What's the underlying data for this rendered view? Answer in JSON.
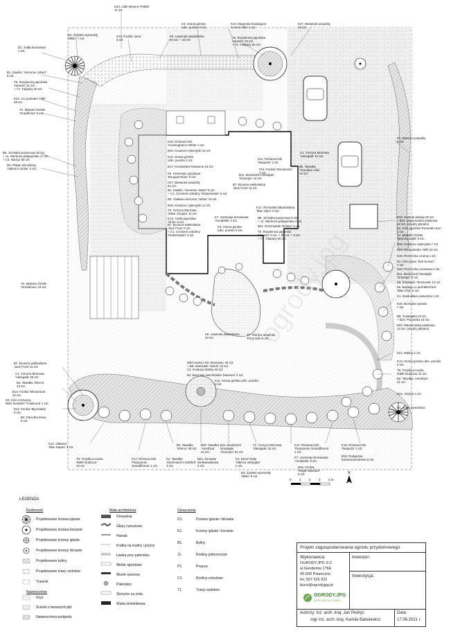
{
  "title_block": {
    "project": "Projekt zagospodarowania ogrodu przydomowego",
    "contractor_label": "Wykonawca:",
    "contractor_lines": [
      "OGRODY.JPG S.C",
      "ul.Geodetów 176E",
      "05-500 Piaseczno",
      "tel. 507 526 922",
      "biuro@ogrodyjpg.pl"
    ],
    "investor_label": "Inwestor:",
    "investment_label": "Inwestycja:",
    "authors_line1": "Autorzy: inż. arch. kraj. Jan Pedryc",
    "authors_line2": "mgr inż. arch. kraj. Kamila Babulewicz",
    "date_label": "Data:",
    "date": "17.06.2021 r.",
    "logo_text": "OGRODY.JPG",
    "logo_sub": "ZAPROJEKTUJ Z NAMI"
  },
  "scale_bar": {
    "labels": [
      "0",
      "1",
      "2",
      "3",
      "4 m"
    ],
    "north": "N"
  },
  "legend": {
    "title": "LEGENDA",
    "plants_head": "Roślinność",
    "plants": [
      "Projektowane drzewa iglaste",
      "Projektowane drzewa liściaste",
      "Projektowane krzewy iglaste",
      "Projektowane krzewy liściaste",
      "Projektowane byliny",
      "Projektowane trawy ozdobne",
      "Trawnik"
    ],
    "surfaces_head": "Nawierzchnie",
    "surfaces": [
      "Grys",
      "Ścieżki z łamanych płyt",
      "Nawierzchnia podjazdu"
    ],
    "arch_head": "Mała architektura",
    "arch": [
      "Drewutnia",
      "Głazy narzutowe",
      "Hamak",
      "Kratka na maliny i jeżyny",
      "Ławka przy palenisku",
      "Meble ogrodowe",
      "Murek oporowy",
      "Palenisko",
      "Skrzynie na zioła",
      "Wiata śmietnikowa"
    ],
    "codes_head": "Oznaczenia",
    "codes": [
      [
        "D1.",
        "Drzewa iglaste i liściaste"
      ],
      [
        "K1.",
        "Krzewy iglaste i liściaste"
      ],
      [
        "B1.",
        "Byliny"
      ],
      [
        "J1.",
        "Rośliny jednoroczne"
      ],
      [
        "P1.",
        "Pnącza"
      ],
      [
        "C1.",
        "Rośliny cebulowe"
      ],
      [
        "T1.",
        "Trawy ozdobne"
      ]
    ]
  },
  "labels": [
    {
      "id": "d1-left",
      "t": "D1. Jodła koreańska\n1 szt."
    },
    {
      "id": "k5",
      "t": "K5. Żylistek wysmukły\n'Nikko' 7 szt."
    },
    {
      "id": "k23",
      "t": "K23. Lilak Meyera 'Palibin'\n11 szt."
    },
    {
      "id": "k13-top",
      "t": "K13. Funkia 'Juna'\n8 szt."
    },
    {
      "id": "k9",
      "t": "K9. Lawenda wąskolistna\n84 szt. + 22 szt."
    },
    {
      "id": "k3",
      "t": "K3. Sosna górska\nodm. pumilio 5 szt."
    },
    {
      "id": "k10",
      "t": "K10. Magnolia Soulange'a\n'Lennei Alba' 1 szt."
    },
    {
      "id": "t6-top",
      "t": "T6. Rozplenica japońska\n'Hameln' 33 szt.\n+ T4. Tulipany 82 szt."
    },
    {
      "id": "k27-top",
      "t": "K27. Barwinek pospolity\n28 szt."
    },
    {
      "id": "b1-left",
      "t": "B1. Zawilec 'Honorine Jobert'\n5 szt."
    },
    {
      "id": "t6-left",
      "t": "T6. Rozplenica japońska\n'Hameln' 21 szt.\n+ T4. Tulipany 30 szt."
    },
    {
      "id": "k24-left",
      "t": "K24. Cis pośredni 'Hillii'\n45 szt."
    },
    {
      "id": "t3-top",
      "t": "T3. Miskant chiński\n'Gracillimus' 6 szt."
    },
    {
      "id": "k15",
      "t": "K15. Różanecznik\n'Cunningham's White' 2 szt."
    },
    {
      "id": "b16-a",
      "t": "B16. Kosaciec syberyjski 16 szt."
    },
    {
      "id": "k3-b",
      "t": "K13. Sosna górska\nodm. pumilio 2 szt."
    },
    {
      "id": "b17",
      "t": "B17. Kocimiętka Faassena 16 szt."
    },
    {
      "id": "k6",
      "t": "K6. Hortensja ogrodowa\n'Bouquet Rose' 3 szt."
    },
    {
      "id": "k27-mid",
      "t": "K27. Barwinek pospolity\n51 szt."
    },
    {
      "id": "b1-mid",
      "t": "B1. Zawilec 'Honorine Jobert' 5 szt.\n+ C1. Czosnek ozdobny 'Globemaster' 6 szt."
    },
    {
      "id": "b3",
      "t": "B3. Szałwia omszona 'Adrian' 15 szt."
    },
    {
      "id": "b16-b",
      "t": "B16. Kosaciec syberyjski 14 szt."
    },
    {
      "id": "t2",
      "t": "T2. Turzyca Morrowa\n'Silver Sceptre' 11 szt."
    },
    {
      "id": "k14",
      "t": "K14. Azalia japońska\n'Orion' 5 szt."
    },
    {
      "id": "b7-mid",
      "t": "B7. Brunera wielkolistna\n'Jack Frost' 8 szt.\n+ C1. Czosnek ozdobny\n'Globemaster' 3 szt."
    },
    {
      "id": "c1-right",
      "t": "C1. Turzyca Morrowa\n'Variegata' 10 szt."
    },
    {
      "id": "k11",
      "t": "K11. Różanecznik\n'Rasputin' 1 szt."
    },
    {
      "id": "b5",
      "t": "B5. Tawułka\n'Younique Lilac'\n14 szt."
    },
    {
      "id": "t14",
      "t": "T14. Funkia 'Minuteman'\n7 szt."
    },
    {
      "id": "b11-top",
      "t": "B11. Bodziszek himalajski\n'Gravetye' 16 szt."
    },
    {
      "id": "b7-top",
      "t": "B7. Brunera wielkolistna\n'Jack Frost' 11 szt."
    },
    {
      "id": "k7-mid",
      "t": "K7. Hortensja krzewiasta\n'Annabelle' 4 szt."
    },
    {
      "id": "k3-mid",
      "t": "K3. Sosna górska\nodm. pumilio 5 szt."
    },
    {
      "id": "k17-mid",
      "t": "K17. Perowskia łabodolistna\n'Blue Spire' 9 szt."
    },
    {
      "id": "b8",
      "t": "B8. Jeżówka purpurowa 6 szt.\n+ J1. Werbena patagońska 4 szt."
    },
    {
      "id": "b21",
      "t": "B21. Rozchodnik 'Brillant' 3 szt."
    },
    {
      "id": "t5",
      "t": "T5. Rozplenica japońska\n'Hameln' 2 szt. + 35 szt. + 2 szt.\n+ T4. Tulipany 50 szt."
    },
    {
      "id": "b6-left",
      "t": "B6. Jeżówka purpurowa 48 szt.\n+ J1. Werbena patagońska 17 szt.\n+ C3. Narcyz 65 szt."
    },
    {
      "id": "d5",
      "t": "D5. Platan klonolistny\n'Alphen's Globe' 3 szt."
    },
    {
      "id": "p1",
      "t": "P1. Bluszcz pospolity\n8 szt."
    },
    {
      "id": "b19",
      "t": "B19. Kamnik obsiały 20 szt.\n+ B22. Macierzanka piaskowa\n12 szt. (między płytami)"
    },
    {
      "id": "k2",
      "t": "K2. Klon japoński 'Emerald Lace'\n1 szt."
    },
    {
      "id": "t4",
      "t": "T4. Miskant chiński\n'Morning Light' 6 szt."
    },
    {
      "id": "b16-r",
      "t": "B16. Kosaciec syberyjski 7 szt."
    },
    {
      "id": "k24-r",
      "t": "K24. Cis pośredni 'Hillii' 22 szt."
    },
    {
      "id": "k19",
      "t": "K19. Porzeczka czarna 1 szt."
    },
    {
      "id": "d2",
      "t": "D2. Klon jawor 'Esk Sunset'\n1 szt."
    },
    {
      "id": "k20",
      "t": "K20. Porzeczka czerwona 2 szt."
    },
    {
      "id": "b11-r",
      "t": "B11. Bodziszek himalajski\n'Gravetye' 8 szt."
    },
    {
      "id": "k8",
      "t": "K8. Krwawnik 'Terracotta' 13 szt."
    },
    {
      "id": "k8b",
      "t": "K8. Budleja Lo and BEHOLD\n'Blue Chip' 5 szt."
    },
    {
      "id": "k1",
      "t": "K1. Świdośliwa Lamarcka 1 szt."
    },
    {
      "id": "k25",
      "t": "K25. Borówka wysoka\n7 szt."
    },
    {
      "id": "b9",
      "t": "B9. Truskawka 12 szt.\n+ B10. Poziomka 15 szt."
    },
    {
      "id": "b22",
      "t": "B22. Macierzanka piaskowa\n14 szt. (między płytami)"
    },
    {
      "id": "t3-left",
      "t": "T3. Miskant chiński\n'Gracillimus' 18 szt."
    },
    {
      "id": "k9-low",
      "t": "K9. Lawenda wąskolistna\n20 szt."
    },
    {
      "id": "t7",
      "t": "T7. Ostnica tenuifolia\n'Pony tails' 8 szt."
    },
    {
      "id": "k21",
      "t": "K21. Malina 2 szt."
    },
    {
      "id": "k13-r",
      "t": "K13. Sosna górska odm. pumilio\n2 szt."
    },
    {
      "id": "t5-r",
      "t": "T5. Trzęślica modra\n'Edith Dudszus' 11 szt."
    },
    {
      "id": "b2",
      "t": "B2. Tawułka 'Amethyst'\n21 szt."
    },
    {
      "id": "k22",
      "t": "K22. Jeżyna 2 szt."
    },
    {
      "id": "d1-r",
      "t": "D1. Jodła koreańska\n2 szt."
    },
    {
      "id": "b7-low",
      "t": "B7. Brunera wielkolistna\n'Jack Frost' 11 szt."
    },
    {
      "id": "c1-low",
      "t": "C1. Turzyca Morrowa\n'Variegata' 29 szt."
    },
    {
      "id": "b4",
      "t": "B4. Tawułka 'Inferno'\n34 szt."
    },
    {
      "id": "b14",
      "t": "B14. Funkia 'Minuteman'\n22 szt."
    },
    {
      "id": "d3",
      "t": "D3. Klon czerwony\nRED SUNSET 'Franksred' 1 szt."
    },
    {
      "id": "b12",
      "t": "B12. Funkia 'Big Daddy'\n6 szt."
    },
    {
      "id": "b2-low",
      "t": "B2. Paciorka leśna\n6 szt."
    },
    {
      "id": "wilc",
      "t": "Wilczomlecz K8. Kłosowiec 49 szt.\n+ B8. Wiesiołek 'Hinefe' 22 szt.\nC2. Krokusy drobny 40 szt."
    },
    {
      "id": "b4-low2",
      "t": "B4. Buszowa wierzbówka 'Dwarves' 2 szt."
    },
    {
      "id": "k11-low",
      "t": "K11. Sosna górska odm. pumilio\n3 szt."
    },
    {
      "id": "k12",
      "t": "K12. Jałowiec\n'Blue Karpet' 4 szt."
    },
    {
      "id": "t9",
      "t": "T9. Trzęślica modra\n'Edith Dudszus'\n10 szt."
    },
    {
      "id": "k17-low",
      "t": "K17. Różanecznik\n'Purpureum\nGrandiflorum' 1 szt."
    },
    {
      "id": "k4",
      "t": "K4. Tawułka\n'Hachmann's Goldlich'\n3 szt."
    },
    {
      "id": "b4-low",
      "t": "B4. Tawułka\n'Inferno' 36 szt."
    },
    {
      "id": "b20",
      "t": "B20. Tawułka\n'Amethyst'\n34 szt."
    },
    {
      "id": "b23",
      "t": "B23. Żurawka\nwielkokwiatowa\n5 szt."
    },
    {
      "id": "b11-low",
      "t": "B11. Bodziszek\nhimalajski\n'Gravetye' 21 szt."
    },
    {
      "id": "t1",
      "t": "T1. Turzyca Morrowa\n'Variegata' 34 szt."
    },
    {
      "id": "k4-b",
      "t": "K4. Dereń biały\n'Sibirica Variegata'\n2 szt."
    },
    {
      "id": "b3-low",
      "t": "B3. Żylistek wysmukły\n'Nikko' 9 szt."
    },
    {
      "id": "k17-r",
      "t": "K17. Różanecznik\n'Purpureum Grandiflorum'\n1 szt."
    },
    {
      "id": "k7-low",
      "t": "K7. Hortensja krzewiasta\n'Annabelle' 8 szt."
    },
    {
      "id": "b15",
      "t": "B15. Funkia\n'Regal Splendor'\n6 szt."
    },
    {
      "id": "k18",
      "t": "K18. Różanecznik\n'Rasputin' 4 szt."
    },
    {
      "id": "b18",
      "t": "B18. Rodgersia\nkasztanowcolistna 9 szt."
    }
  ]
}
